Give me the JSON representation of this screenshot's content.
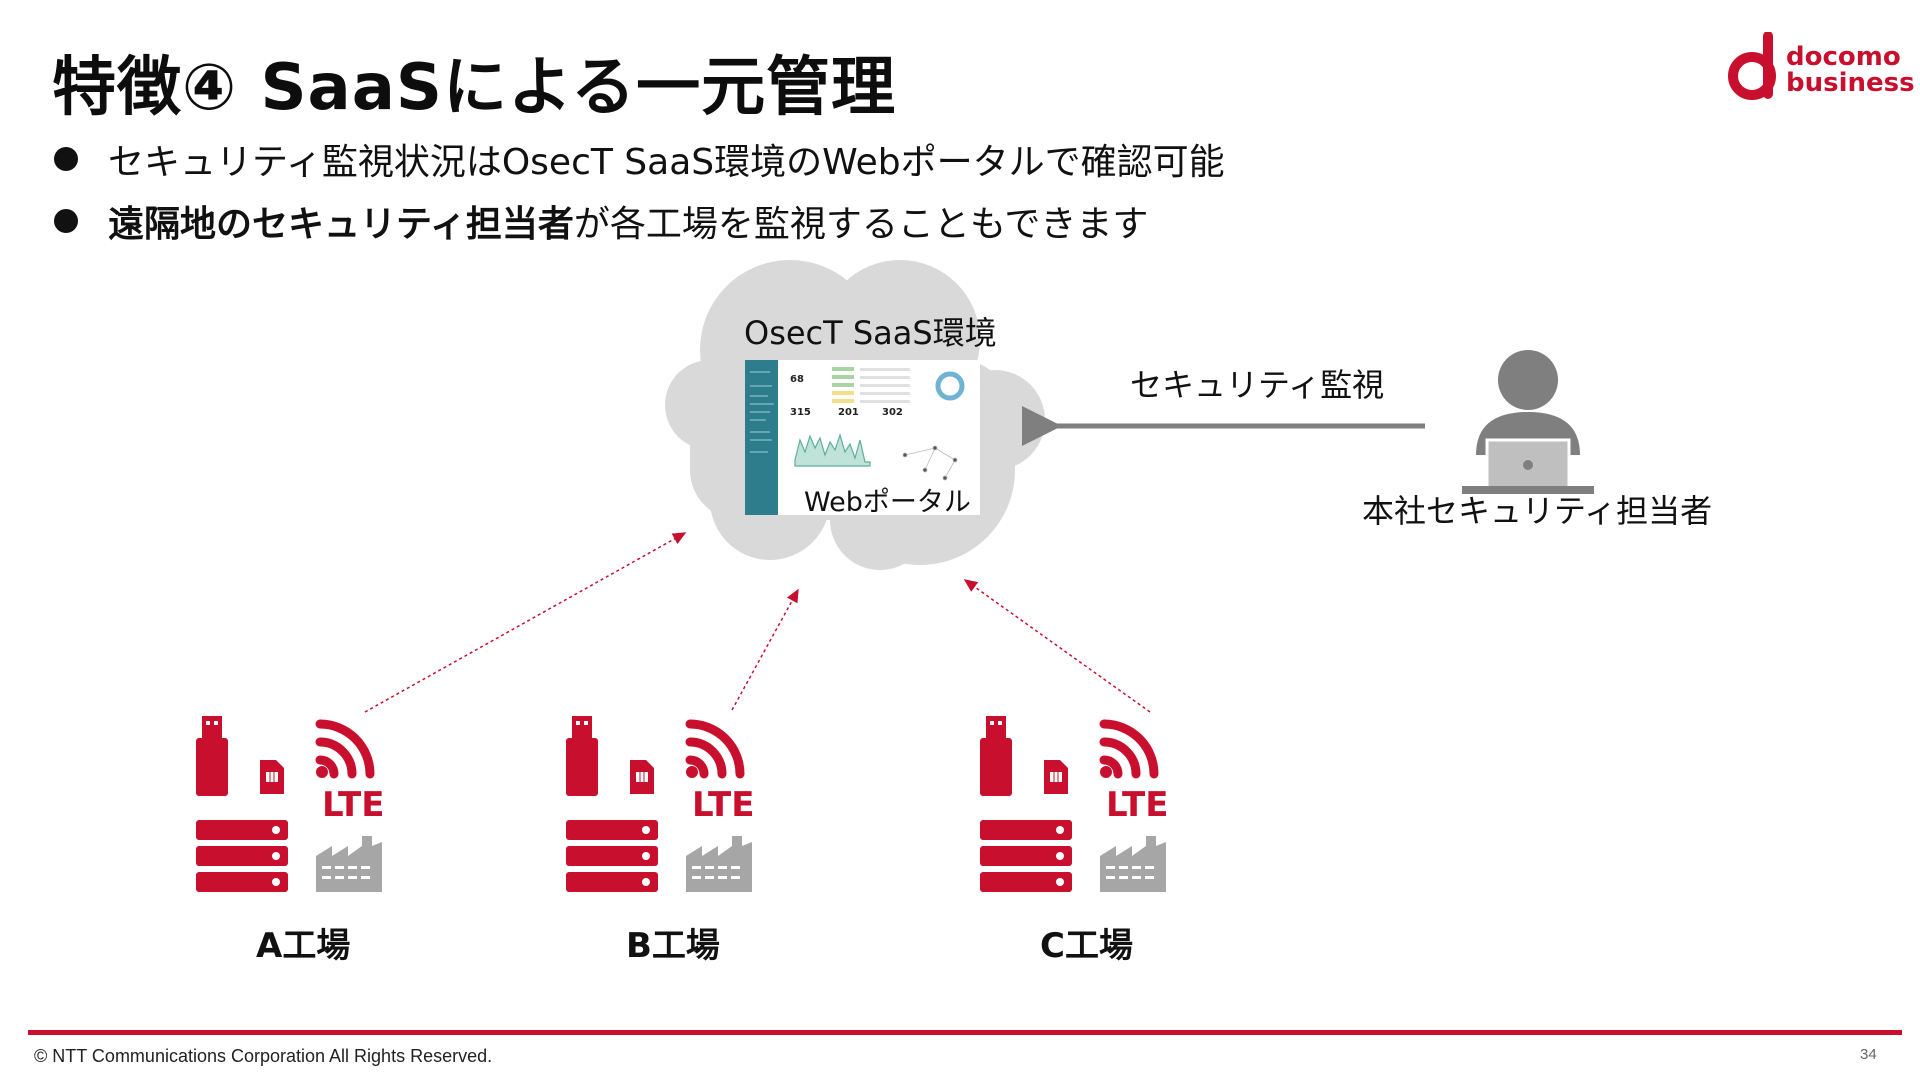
{
  "slide": {
    "title": "特徴④ SaaSによる一元管理",
    "bullets": [
      {
        "bold": "",
        "text": "セキュリティ監視状況はOsecT SaaS環境のWebポータルで確認可能"
      },
      {
        "bold": "遠隔地のセキュリティ担当者",
        "text": "が各工場を監視することもできます"
      }
    ],
    "page_number": "34",
    "copyright": "© NTT Communications Corporation All Rights Reserved."
  },
  "logo": {
    "line1": "docomo",
    "line2": "business"
  },
  "diagram": {
    "cloud_label": "OsecT SaaS環境",
    "portal_label": "Webポータル",
    "portal_metrics": [
      "68",
      "315",
      "201",
      "302"
    ],
    "arrow_label": "セキュリティ監視",
    "person_label": "本社セキュリティ担当者",
    "factories": [
      {
        "name": "A工場",
        "lte": "LTE"
      },
      {
        "name": "B工場",
        "lte": "LTE"
      },
      {
        "name": "C工場",
        "lte": "LTE"
      }
    ]
  },
  "colors": {
    "brand_red": "#c8102e",
    "gray": "#a6a6a6",
    "cloud": "#d9d9d9",
    "portal_teal": "#2e7d8c",
    "chart_green": "#7fc6b4"
  },
  "icons": [
    "usb-stick-icon",
    "sim-card-icon",
    "wifi-signal-icon",
    "server-rack-icon",
    "factory-icon",
    "person-with-laptop-icon",
    "cloud-icon",
    "donut-chart-icon",
    "line-chart-icon"
  ]
}
